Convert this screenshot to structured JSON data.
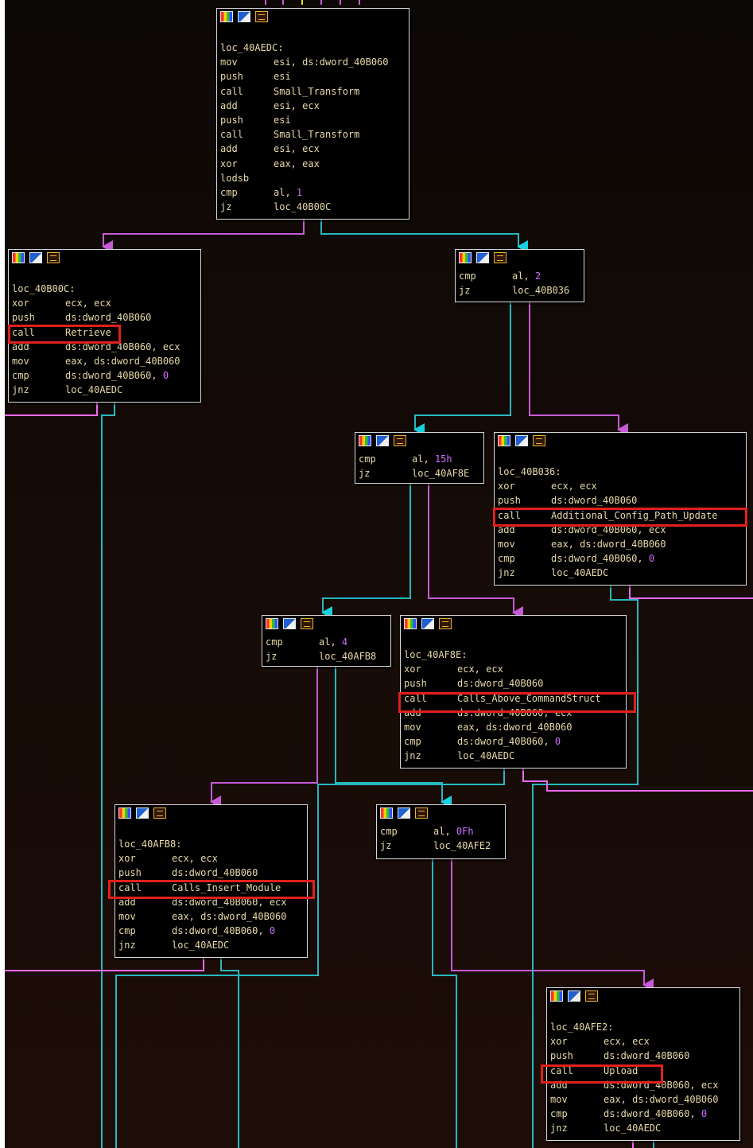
{
  "colors": {
    "true_edge": "#27c4c4",
    "false_edge": "#c75bd6",
    "unconditional": "#0bc4d4",
    "highlight": "#e0201c",
    "text": "#e6d9a8",
    "number": "#d070ff"
  },
  "node_icons": [
    "graph-overview-icon",
    "edit-comment-icon",
    "text-view-icon"
  ],
  "nodes": {
    "n1": {
      "lines": [
        {
          "label": "loc_40AEDC:"
        },
        {
          "m": "mov",
          "o": "esi, ds:dword_40B060"
        },
        {
          "m": "push",
          "o": "esi"
        },
        {
          "m": "call",
          "o": "Small_Transform"
        },
        {
          "m": "add",
          "o": "esi, ecx"
        },
        {
          "m": "push",
          "o": "esi"
        },
        {
          "m": "call",
          "o": "Small_Transform"
        },
        {
          "m": "add",
          "o": "esi, ecx"
        },
        {
          "m": "xor",
          "o": "eax, eax"
        },
        {
          "m": "lodsb"
        },
        {
          "m": "cmp",
          "o": "al, ",
          "n": "1"
        },
        {
          "m": "jz",
          "o": "loc_40B00C"
        }
      ]
    },
    "n2": {
      "lines": [
        {
          "label": "loc_40B00C:"
        },
        {
          "m": "xor",
          "o": "ecx, ecx"
        },
        {
          "m": "push",
          "o": "ds:dword_40B060"
        },
        {
          "m": "call",
          "o": "Retrieve"
        },
        {
          "m": "add",
          "o": "ds:dword_40B060, ecx"
        },
        {
          "m": "mov",
          "o": "eax, ds:dword_40B060"
        },
        {
          "m": "cmp",
          "o": "ds:dword_40B060, ",
          "n": "0"
        },
        {
          "m": "jnz",
          "o": "loc_40AEDC"
        }
      ]
    },
    "n3": {
      "lines": [
        {
          "m": "cmp",
          "o": "al, ",
          "n": "2"
        },
        {
          "m": "jz",
          "o": "loc_40B036"
        }
      ]
    },
    "n4": {
      "lines": [
        {
          "m": "cmp",
          "o": "al, ",
          "n": "15h"
        },
        {
          "m": "jz",
          "o": "loc_40AF8E"
        }
      ]
    },
    "n5": {
      "lines": [
        {
          "label": "loc_40B036:"
        },
        {
          "m": "xor",
          "o": "ecx, ecx"
        },
        {
          "m": "push",
          "o": "ds:dword_40B060"
        },
        {
          "m": "call",
          "o": "Additional_Config_Path_Update"
        },
        {
          "m": "add",
          "o": "ds:dword_40B060, ecx"
        },
        {
          "m": "mov",
          "o": "eax, ds:dword_40B060"
        },
        {
          "m": "cmp",
          "o": "ds:dword_40B060, ",
          "n": "0"
        },
        {
          "m": "jnz",
          "o": "loc_40AEDC"
        }
      ]
    },
    "n6": {
      "lines": [
        {
          "m": "cmp",
          "o": "al, ",
          "n": "4"
        },
        {
          "m": "jz",
          "o": "loc_40AFB8"
        }
      ]
    },
    "n7": {
      "lines": [
        {
          "label": "loc_40AF8E:"
        },
        {
          "m": "xor",
          "o": "ecx, ecx"
        },
        {
          "m": "push",
          "o": "ds:dword_40B060"
        },
        {
          "m": "call",
          "o": "Calls_Above_CommandStruct"
        },
        {
          "m": "add",
          "o": "ds:dword_40B060, ecx"
        },
        {
          "m": "mov",
          "o": "eax, ds:dword_40B060"
        },
        {
          "m": "cmp",
          "o": "ds:dword_40B060, ",
          "n": "0"
        },
        {
          "m": "jnz",
          "o": "loc_40AEDC"
        }
      ]
    },
    "n8": {
      "lines": [
        {
          "label": "loc_40AFB8:"
        },
        {
          "m": "xor",
          "o": "ecx, ecx"
        },
        {
          "m": "push",
          "o": "ds:dword_40B060"
        },
        {
          "m": "call",
          "o": "Calls_Insert_Module"
        },
        {
          "m": "add",
          "o": "ds:dword_40B060, ecx"
        },
        {
          "m": "mov",
          "o": "eax, ds:dword_40B060"
        },
        {
          "m": "cmp",
          "o": "ds:dword_40B060, ",
          "n": "0"
        },
        {
          "m": "jnz",
          "o": "loc_40AEDC"
        }
      ]
    },
    "n9": {
      "lines": [
        {
          "m": "cmp",
          "o": "al, ",
          "n": "0Fh"
        },
        {
          "m": "jz",
          "o": "loc_40AFE2"
        }
      ]
    },
    "n10": {
      "lines": [
        {
          "label": "loc_40AFE2:"
        },
        {
          "m": "xor",
          "o": "ecx, ecx"
        },
        {
          "m": "push",
          "o": "ds:dword_40B060"
        },
        {
          "m": "call",
          "o": "Upload"
        },
        {
          "m": "add",
          "o": "ds:dword_40B060, ecx"
        },
        {
          "m": "mov",
          "o": "eax, ds:dword_40B060"
        },
        {
          "m": "cmp",
          "o": "ds:dword_40B060, ",
          "n": "0"
        },
        {
          "m": "jnz",
          "o": "loc_40AEDC"
        }
      ]
    }
  }
}
